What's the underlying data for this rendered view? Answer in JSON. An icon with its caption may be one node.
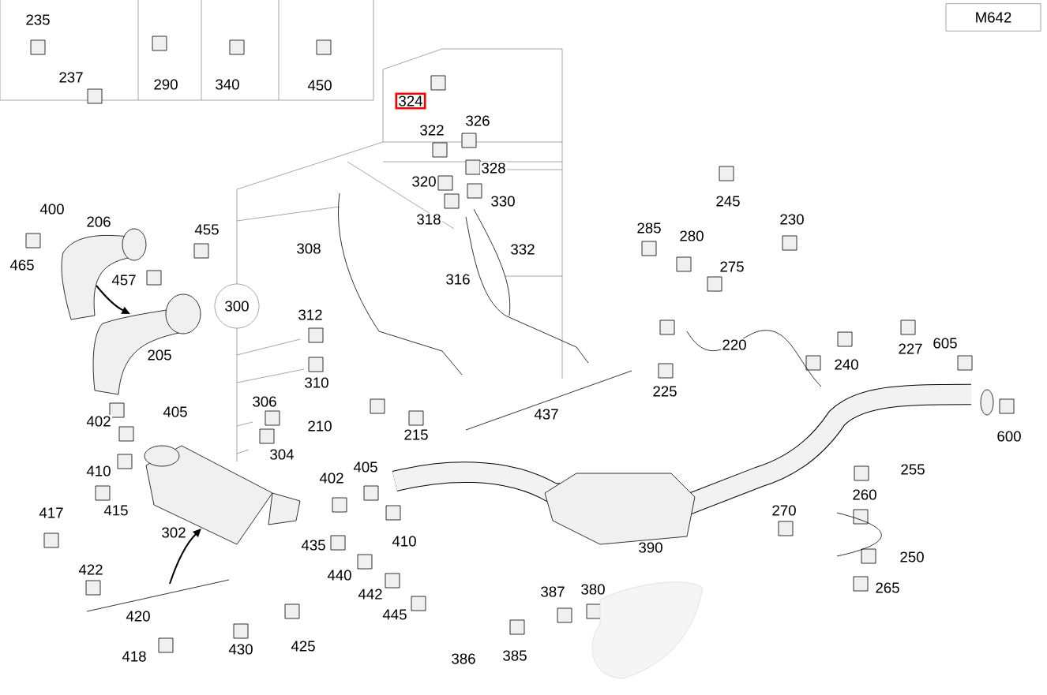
{
  "diagram": {
    "nodes": [
      {
        "text": [
          "M642"
        ]
      },
      {
        "text": [
          "324"
        ]
      },
      {
        "text": [
          "300"
        ]
      }
    ],
    "labels": [
      "235",
      "237",
      "290",
      "340",
      "450",
      "322",
      "326",
      "328",
      "320",
      "330",
      "318",
      "245",
      "230",
      "400",
      "206",
      "285",
      "280",
      "455",
      "332",
      "308",
      "275",
      "465",
      "457",
      "316",
      "312",
      "220",
      "227",
      "605",
      "205",
      "240",
      "310",
      "225",
      "437",
      "306",
      "402",
      "405",
      "210",
      "215",
      "600",
      "304",
      "410",
      "405",
      "402",
      "255",
      "260",
      "415",
      "417",
      "302",
      "270",
      "410",
      "435",
      "390",
      "250",
      "440",
      "422",
      "387",
      "380",
      "442",
      "265",
      "445",
      "420",
      "430",
      "425",
      "386",
      "385",
      "418"
    ]
  }
}
